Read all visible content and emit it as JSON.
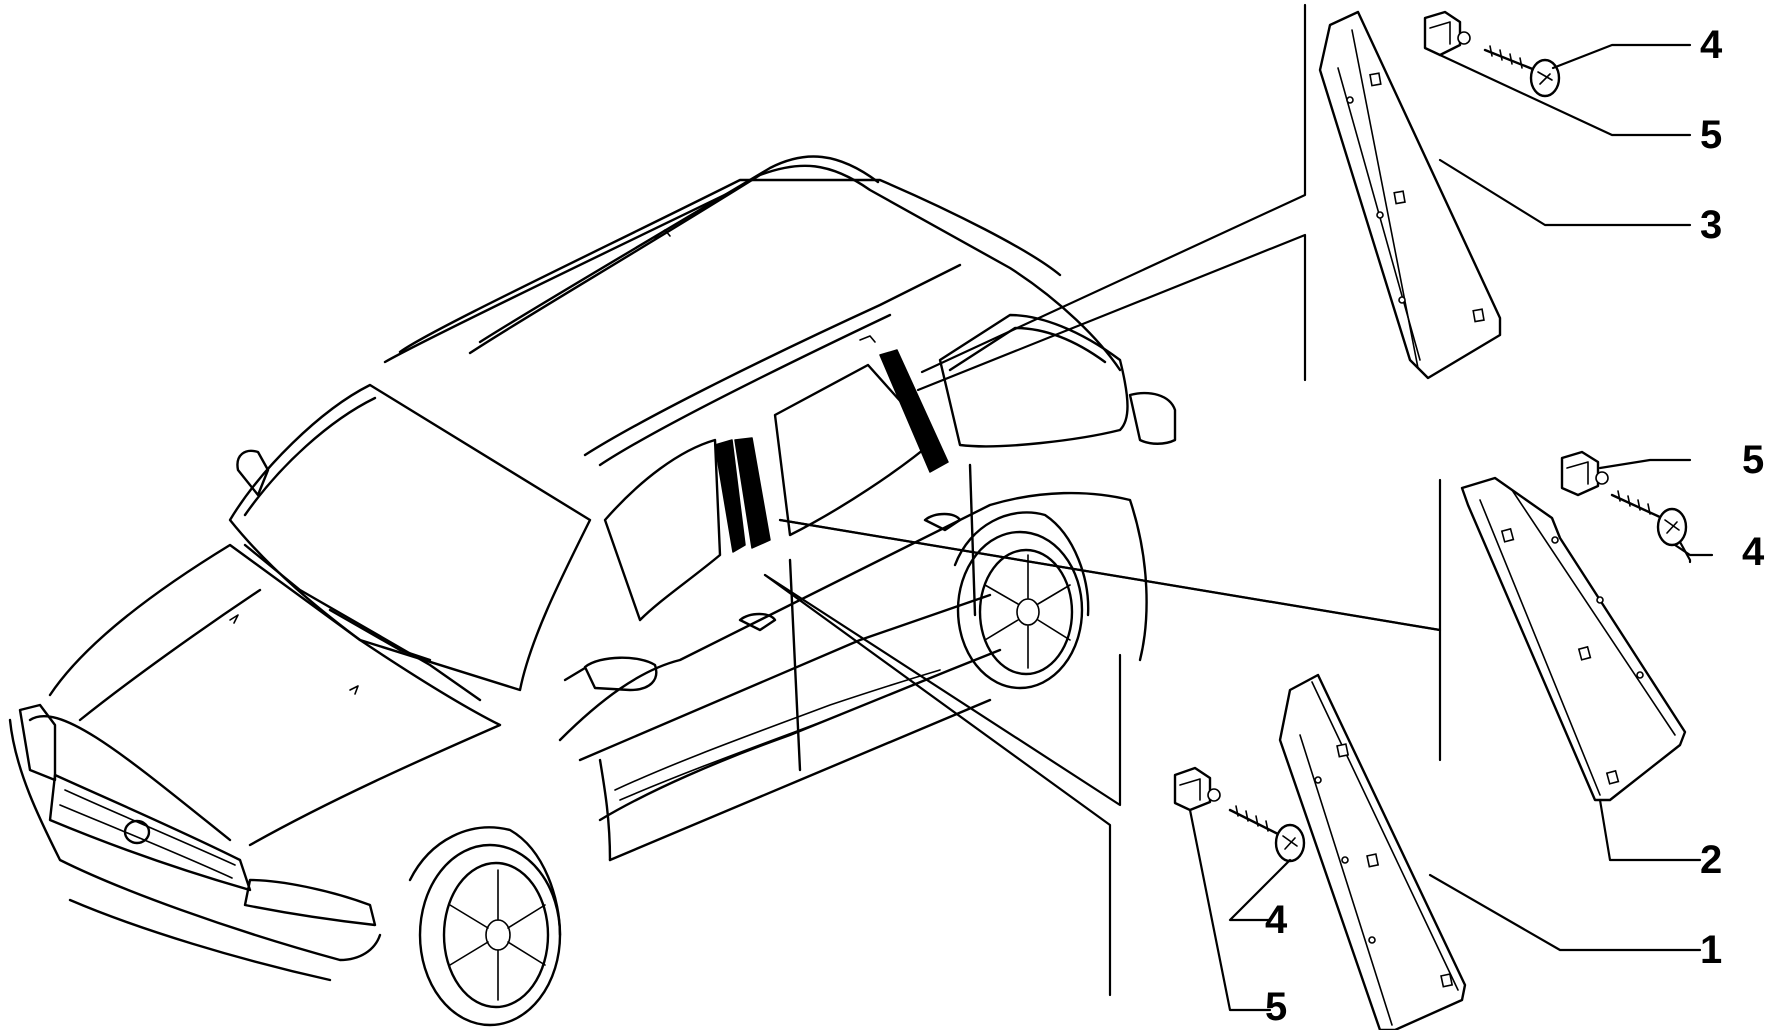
{
  "callouts": {
    "c1": "1",
    "c2": "2",
    "c3": "3",
    "c4_top": "4",
    "c5_top": "5",
    "c5_mid": "5",
    "c4_mid": "4",
    "c4_bottom": "4",
    "c5_bottom": "5"
  },
  "colors": {
    "line": "#000000",
    "background": "#ffffff"
  }
}
